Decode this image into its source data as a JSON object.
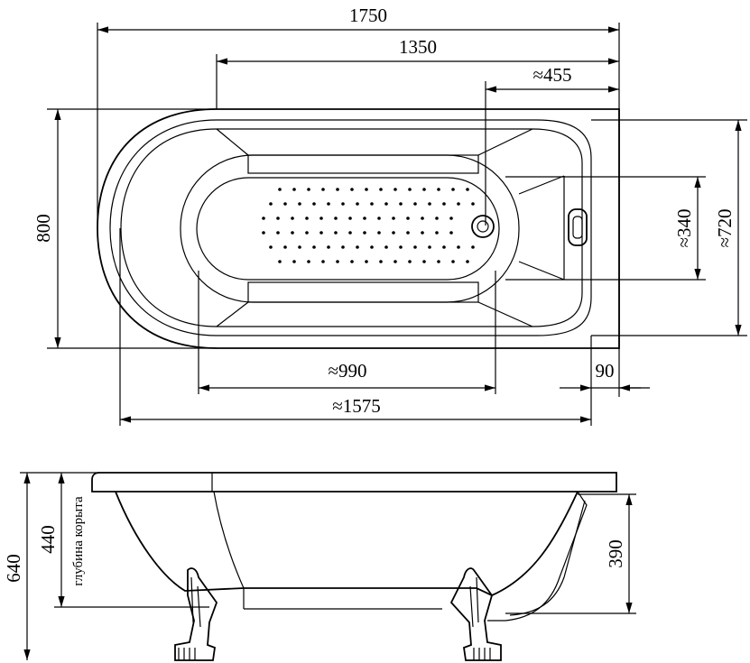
{
  "top_view": {
    "dims": {
      "overall_length": "1750",
      "rim_straight_length": "1350",
      "drain_offset": "≈455",
      "overall_width": "800",
      "floor_width": "≈340",
      "inner_width": "≈720",
      "floor_length": "≈990",
      "end_offset": "90",
      "inner_length": "≈1575"
    }
  },
  "side_view": {
    "dims": {
      "total_height": "640",
      "tub_depth": "440",
      "tub_depth_label": "глубина корыта",
      "overflow_height": "390"
    }
  }
}
